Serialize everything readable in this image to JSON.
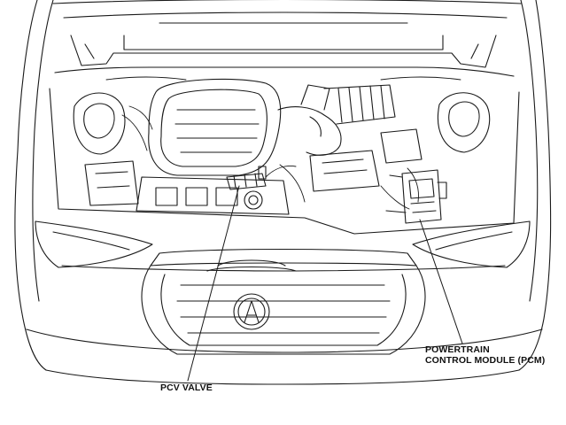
{
  "diagram": {
    "callouts": {
      "pcv_valve": "PCV VALVE",
      "pcm_line1": "POWERTRAIN",
      "pcm_line2": "CONTROL MODULE (PCM)"
    },
    "colors": {
      "line": "#1a1a1a",
      "background": "#ffffff"
    }
  }
}
